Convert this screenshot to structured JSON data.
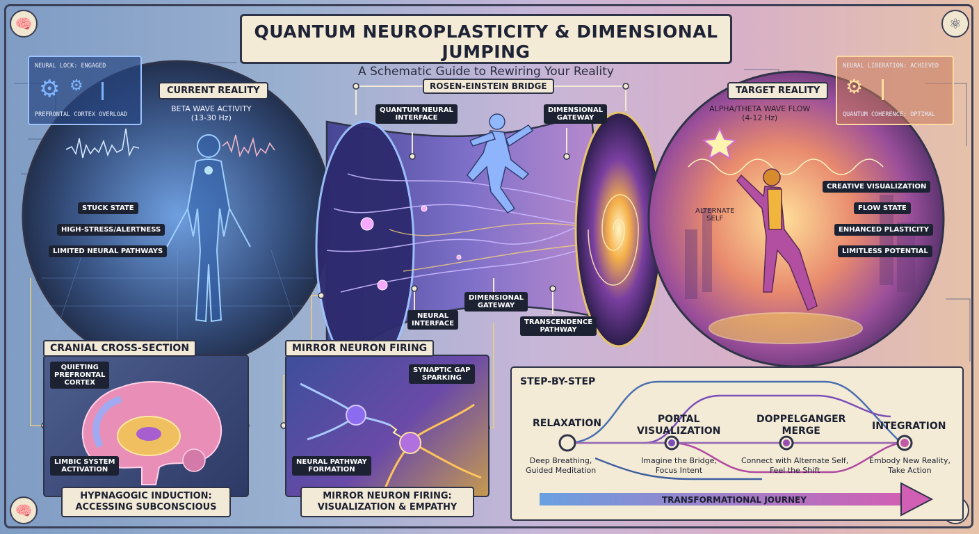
{
  "header": {
    "title": "QUANTUM NEUROPLASTICITY & DIMENSIONAL JUMPING",
    "subtitle": "A Schematic Guide to Rewiring Your Reality"
  },
  "corner_icons": [
    "brain-icon",
    "atom-icon",
    "brain-icon",
    "atom-icon"
  ],
  "current_reality": {
    "title": "CURRENT REALITY",
    "wave": "BETA WAVE ACTIVITY\n(13-30 Hz)",
    "status_top": "NEURAL LOCK: ENGAGED",
    "status_bottom": "PREFRONTAL CORTEX OVERLOAD",
    "labels": [
      "STUCK STATE",
      "HIGH-STRESS/ALERTNESS",
      "LIMITED NEURAL PATHWAYS"
    ]
  },
  "bridge": {
    "title": "ROSEN-EINSTEIN BRIDGE",
    "quantum_interface": "QUANTUM NEURAL\nINTERFACE",
    "gateway_top": "DIMENSIONAL\nGATEWAY",
    "neural_interface": "NEURAL\nINTERFACE",
    "gateway_mid": "DIMENSIONAL\nGATEWAY",
    "transcendence": "TRANSCENDENCE\nPATHWAY",
    "alternate_self": "ALTERNATE\nSELF"
  },
  "target_reality": {
    "title": "TARGET REALITY",
    "wave": "ALPHA/THETA WAVE FLOW\n(4-12 Hz)",
    "status_top": "NEURAL LIBERATION: ACHIEVED",
    "status_bottom": "QUANTUM COHERENCE: OPTIMAL",
    "labels": [
      "CREATIVE VISUALIZATION",
      "FLOW STATE",
      "ENHANCED PLASTICITY",
      "LIMITLESS POTENTIAL"
    ]
  },
  "cranial": {
    "title": "CRANIAL CROSS-SECTION",
    "prefrontal": "QUIETING\nPREFRONTAL\nCORTEX",
    "limbic": "LIMBIC SYSTEM\nACTIVATION",
    "caption": "HYPNAGOGIC INDUCTION:\nACCESSING SUBCONSCIOUS"
  },
  "mirror": {
    "title": "MIRROR NEURON FIRING",
    "synaptic": "SYNAPTIC GAP\nSPARKING",
    "pathway": "NEURAL PATHWAY\nFORMATION",
    "caption": "MIRROR NEURON FIRING:\nVISUALIZATION & EMPATHY"
  },
  "steps": {
    "heading": "STEP-BY-STEP",
    "items": [
      {
        "title": "RELAXATION",
        "sub": "Deep Breathing,\nGuided Meditation"
      },
      {
        "title": "PORTAL\nVISUALIZATION",
        "sub": "Imagine the Bridge,\nFocus Intent"
      },
      {
        "title": "DOPPELGANGER\nMERGE",
        "sub": "Connect with Alternate Self,\nFeel the Shift"
      },
      {
        "title": "INTEGRATION",
        "sub": "Embody New Reality,\nTake Action"
      }
    ],
    "journey": "TRANSFORMATIONAL JOURNEY"
  },
  "colors": {
    "current_blue": "#3f6fb8",
    "bridge_violet": "#8a5fd6",
    "target_gold": "#f3b340",
    "target_magenta": "#b24fa0",
    "ink": "#1b1f30",
    "paper": "#f2ead6"
  }
}
